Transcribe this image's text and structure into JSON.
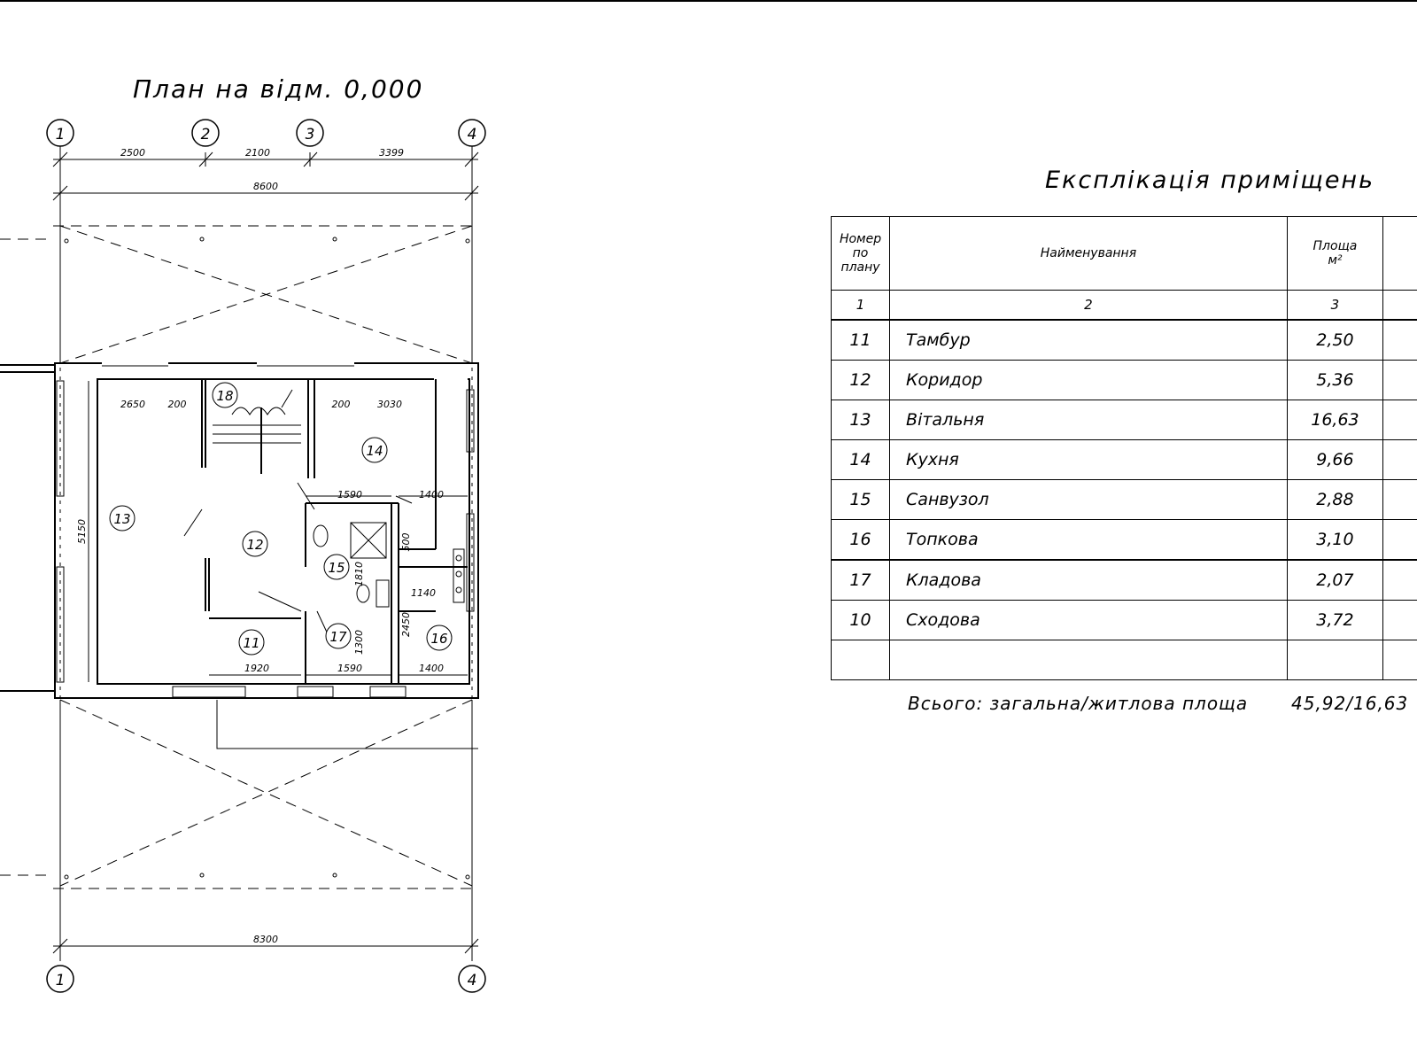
{
  "plan": {
    "title": "План на відм. 0,000",
    "axes_top": [
      "1",
      "2",
      "3",
      "4"
    ],
    "axes_bottom": [
      "1",
      "4"
    ],
    "dims_top": [
      "2500",
      "2100",
      "3399"
    ],
    "dim_total_top": "8600",
    "dim_bottom": "8300",
    "room_labels": [
      "13",
      "12",
      "14",
      "15",
      "11",
      "17",
      "16",
      "18"
    ],
    "dims_inner": {
      "d2650": "2650",
      "d200a": "200",
      "d200b": "200",
      "d3030": "3030",
      "d1590a": "1590",
      "d1400a": "1400",
      "d5150": "5150",
      "d500": "500",
      "d1810": "1810",
      "d1140": "1140",
      "d2450": "2450",
      "d1300": "1300",
      "d1920": "1920",
      "d1590b": "1590",
      "d1400b": "1400"
    }
  },
  "explication": {
    "title": "Експлікація приміщень",
    "headers": {
      "num": [
        "Номер",
        "по",
        "плану"
      ],
      "name": "Найменування",
      "area": [
        "Площа",
        "м²"
      ]
    },
    "index_row": [
      "1",
      "2",
      "3"
    ],
    "rows": [
      {
        "num": "11",
        "name": "Тамбур",
        "area": "2,50"
      },
      {
        "num": "12",
        "name": "Коридор",
        "area": "5,36"
      },
      {
        "num": "13",
        "name": "Вітальня",
        "area": "16,63"
      },
      {
        "num": "14",
        "name": "Кухня",
        "area": "9,66"
      },
      {
        "num": "15",
        "name": "Санвузол",
        "area": "2,88"
      },
      {
        "num": "16",
        "name": "Топкова",
        "area": "3,10"
      },
      {
        "num": "17",
        "name": "Кладова",
        "area": "2,07"
      },
      {
        "num": "10",
        "name": "Сходова",
        "area": "3,72"
      }
    ],
    "total_label": "Всього: загальна/житлова площа",
    "total_value": "45,92/16,63"
  }
}
